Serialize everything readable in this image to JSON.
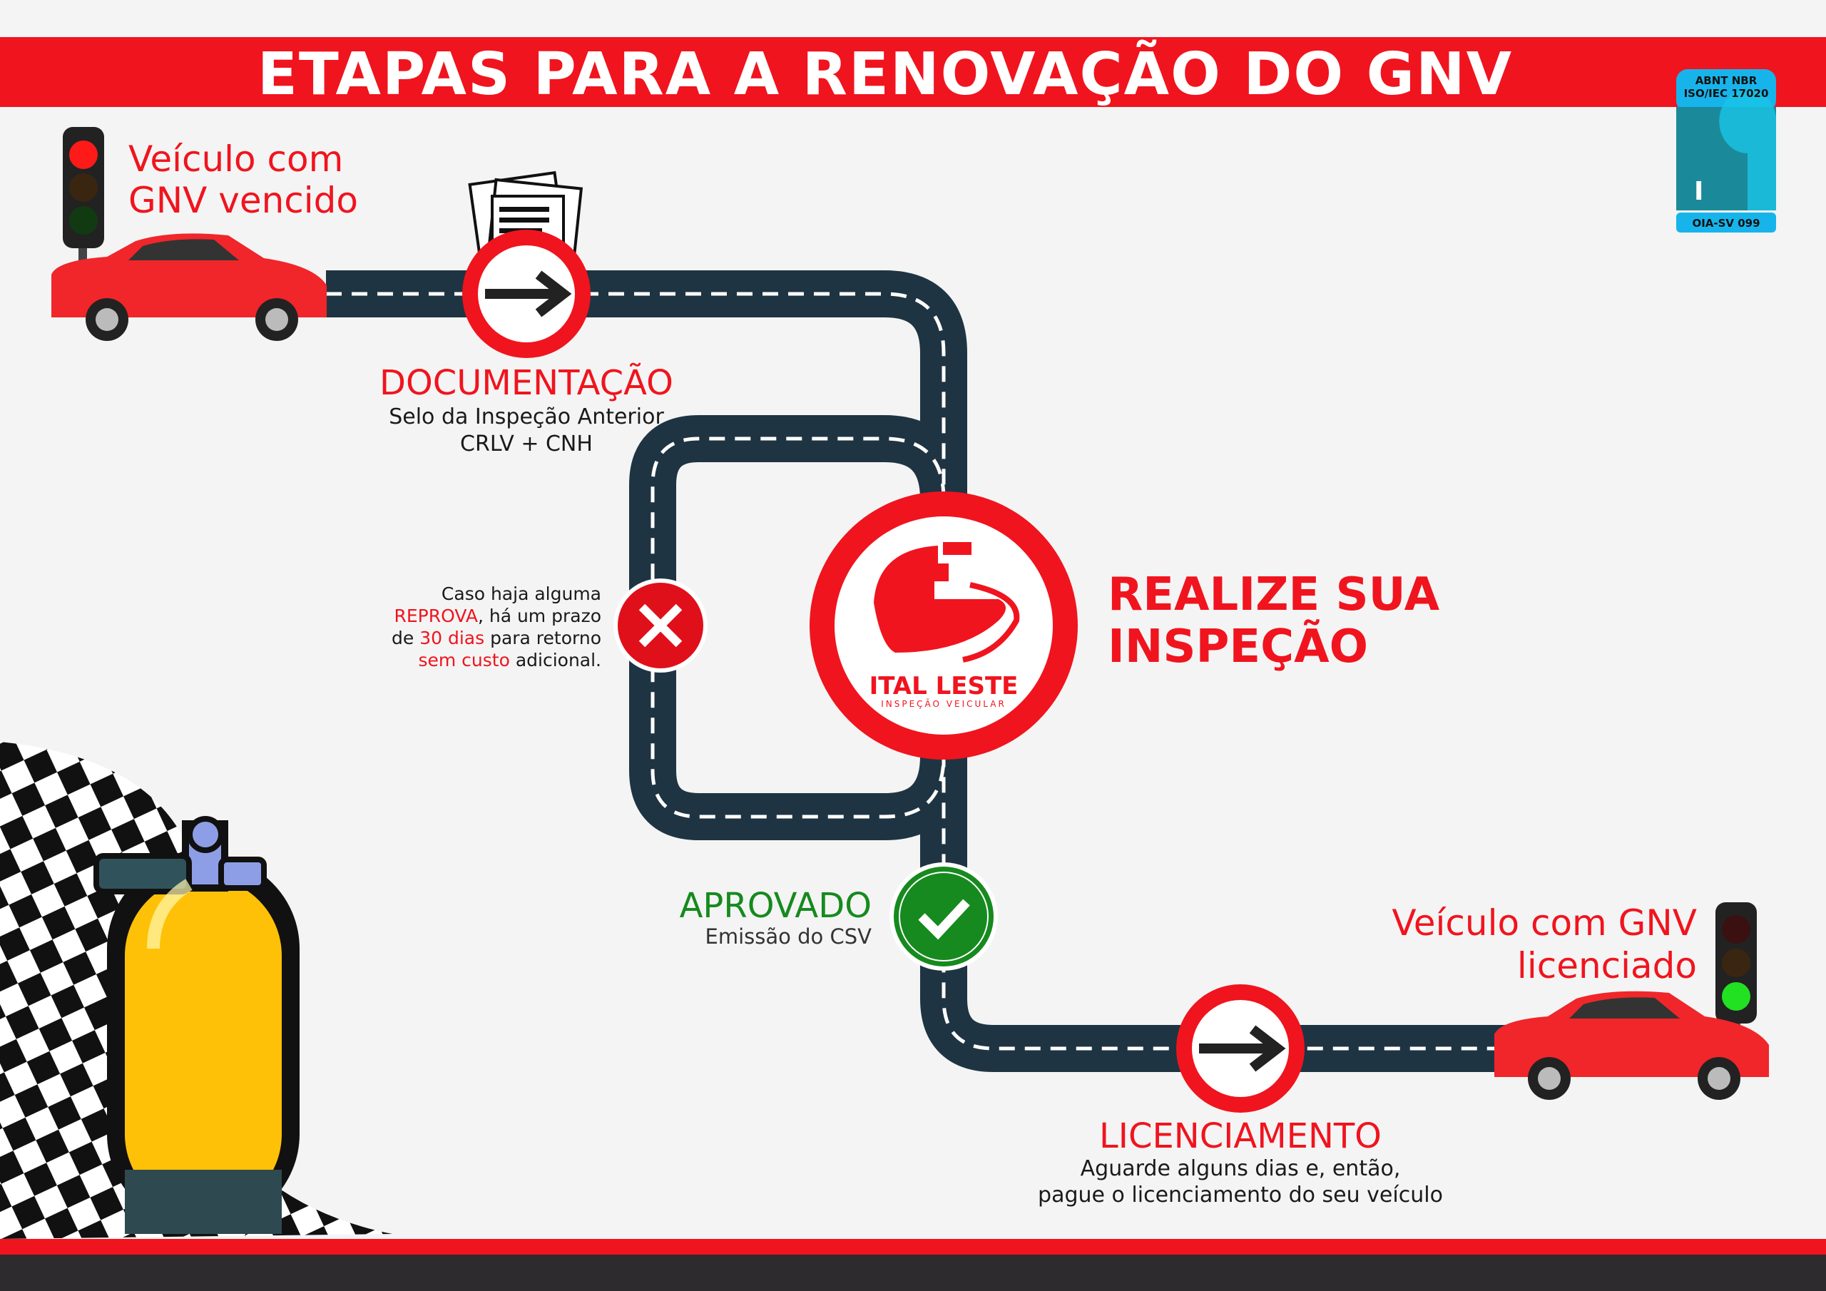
{
  "header": {
    "title": "ETAPAS PARA A RENOVAÇÃO DO GNV"
  },
  "badge": {
    "line1": "ABNT NBR",
    "line2": "ISO/IEC 17020",
    "code": "OIA-SV 099"
  },
  "start": {
    "line1": "Veículo com",
    "line2": "GNV vencido"
  },
  "documentacao": {
    "title": "DOCUMENTAÇÃO",
    "line1": "Selo da Inspeção Anterior",
    "line2": "CRLV + CNH"
  },
  "inspecao": {
    "line1": "REALIZE SUA",
    "line2": "INSPEÇÃO",
    "logo_name": "ITAL LESTE",
    "logo_sub": "INSPEÇÃO VEICULAR"
  },
  "reprova": {
    "l1": "Caso haja alguma",
    "l2a": "REPROVA",
    "l2b": ", há um prazo",
    "l3a": "de ",
    "l3b": "30 dias",
    "l3c": " para retorno",
    "l4a": "sem custo",
    "l4b": " adicional."
  },
  "aprovado": {
    "title": "APROVADO",
    "sub": "Emissão do CSV"
  },
  "end": {
    "line1": "Veículo com GNV",
    "line2": "licenciado"
  },
  "licenciamento": {
    "title": "LICENCIAMENTO",
    "line1": "Aguarde alguns dias e, então,",
    "line2": "pague o licenciamento do seu veículo"
  },
  "colors": {
    "red": "#f0141e",
    "road": "#1f3442",
    "green": "#168a1e"
  }
}
